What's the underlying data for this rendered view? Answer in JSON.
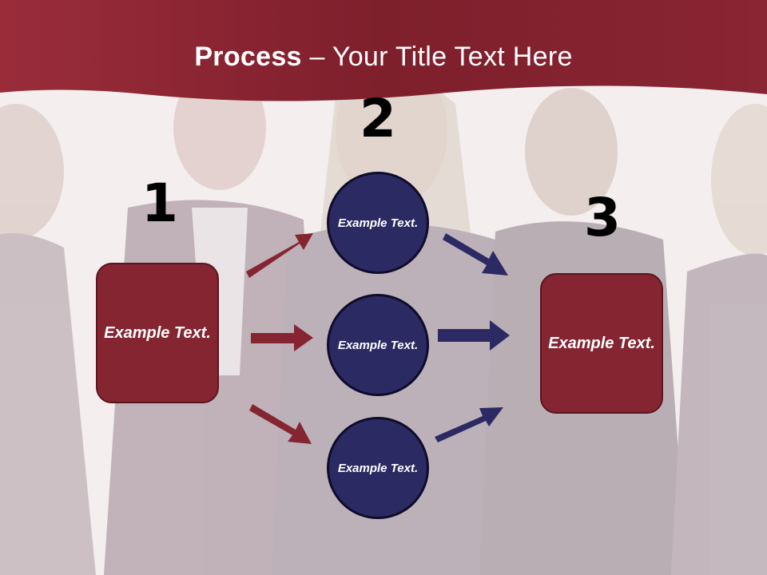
{
  "slide": {
    "title_bold": "Process",
    "title_rest": " – Your Title Text Here",
    "steps": [
      "1",
      "2",
      "3"
    ],
    "left_box": {
      "text": "Example Text."
    },
    "circles": [
      {
        "text": "Example Text."
      },
      {
        "text": "Example Text."
      },
      {
        "text": "Example Text."
      }
    ],
    "right_box": {
      "text": "Example Text."
    }
  },
  "colors": {
    "banner": "#8b2330",
    "box_fill": "#842531",
    "circle_fill": "#2c2a63",
    "red_arrow": "#842531",
    "blue_arrow": "#2c2a63"
  }
}
